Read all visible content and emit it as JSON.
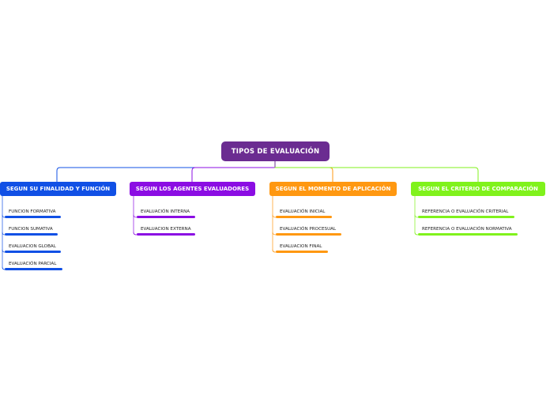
{
  "root": {
    "label": "TIPOS DE EVALUACIÓN",
    "color": "#6b2c91"
  },
  "branches": [
    {
      "label": "SEGUN SU FINALIDAD Y FUNCIÓN",
      "color": "#1150e5",
      "leaves": [
        "FUNCION FORMATIVA",
        "FUNCION SUMATIVA",
        "EVALUACION GLOBAL",
        "EVALUACIÓN PARCIAL"
      ]
    },
    {
      "label": "SEGUN LOS AGENTES EVALUADORES",
      "color": "#8b0de3",
      "leaves": [
        "EVALUACIÓN INTERNA",
        "EVALUACION EXTERNA"
      ]
    },
    {
      "label": "SEGUN EL MOMENTO DE APLICACIÓN",
      "color": "#ff9811",
      "leaves": [
        "EVALUACIÓN INICIAL",
        "EVALUACIÓN PROCESUAL",
        "EVALUACION FINAL"
      ]
    },
    {
      "label": "SEGUN EL CRITERIO DE COMPARACIÓN",
      "color": "#80f21c",
      "leaves": [
        "REFERENCIA O EVALUACIÓN CRITERIAL",
        "REFERENCIA O EVALUACIÓN NORMATIVA"
      ]
    }
  ]
}
